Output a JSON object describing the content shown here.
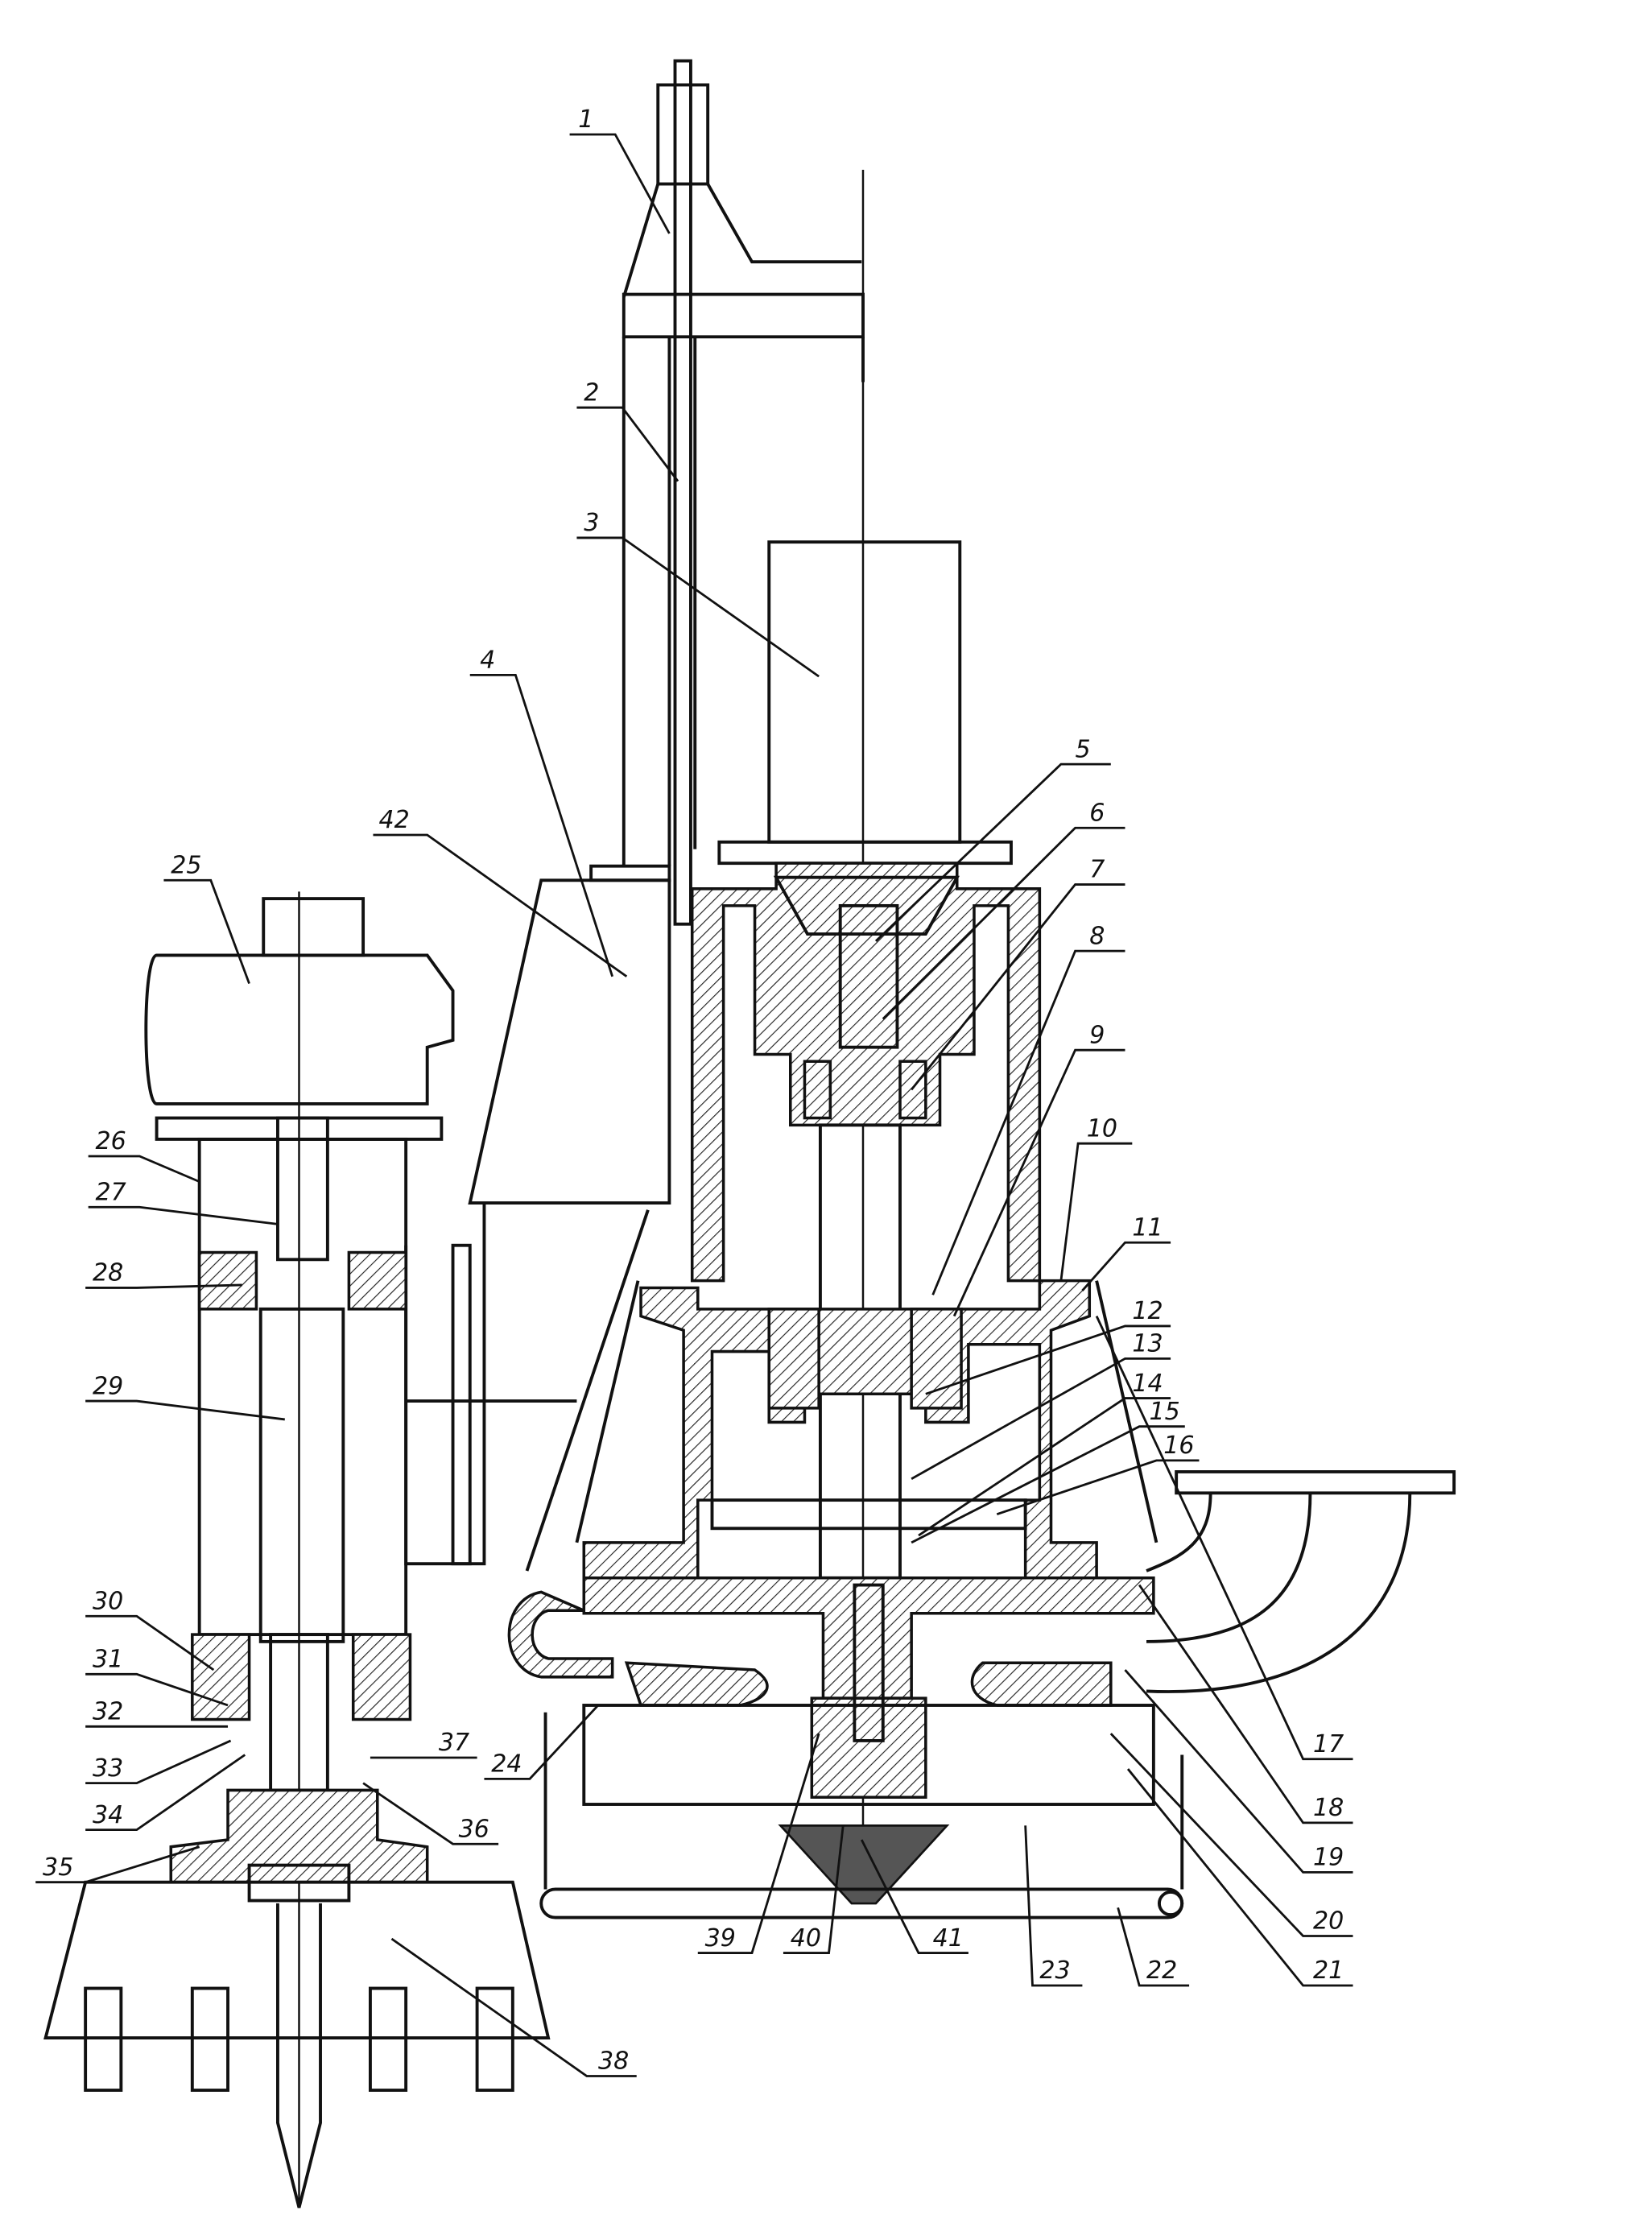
{
  "title": "Part callout numbers of pump assembly drawing",
  "parts": [
    "1",
    "2",
    "3",
    "4",
    "5",
    "6",
    "7",
    "8",
    "9",
    "10",
    "11",
    "12",
    "13",
    "14",
    "15",
    "16",
    "17",
    "18",
    "19",
    "20",
    "21",
    "22",
    "23",
    "24",
    "25",
    "26",
    "27",
    "28",
    "29",
    "30",
    "31",
    "32",
    "33",
    "34",
    "35",
    "36",
    "37",
    "38",
    "39",
    "40",
    "41",
    "42"
  ]
}
